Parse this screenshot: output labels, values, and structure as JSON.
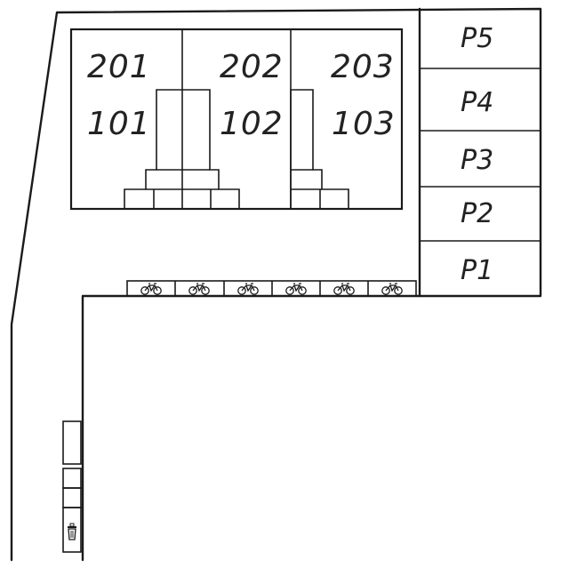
{
  "units": [
    "201",
    "202",
    "203",
    "101",
    "102",
    "103"
  ],
  "parking": [
    "P5",
    "P4",
    "P3",
    "P2",
    "P1"
  ],
  "icons": {
    "bicycle": "bicycle-icon",
    "trash": "trash-icon"
  },
  "colors": {
    "line": "#1a1a1a",
    "text": "#222222",
    "background": "#ffffff"
  }
}
